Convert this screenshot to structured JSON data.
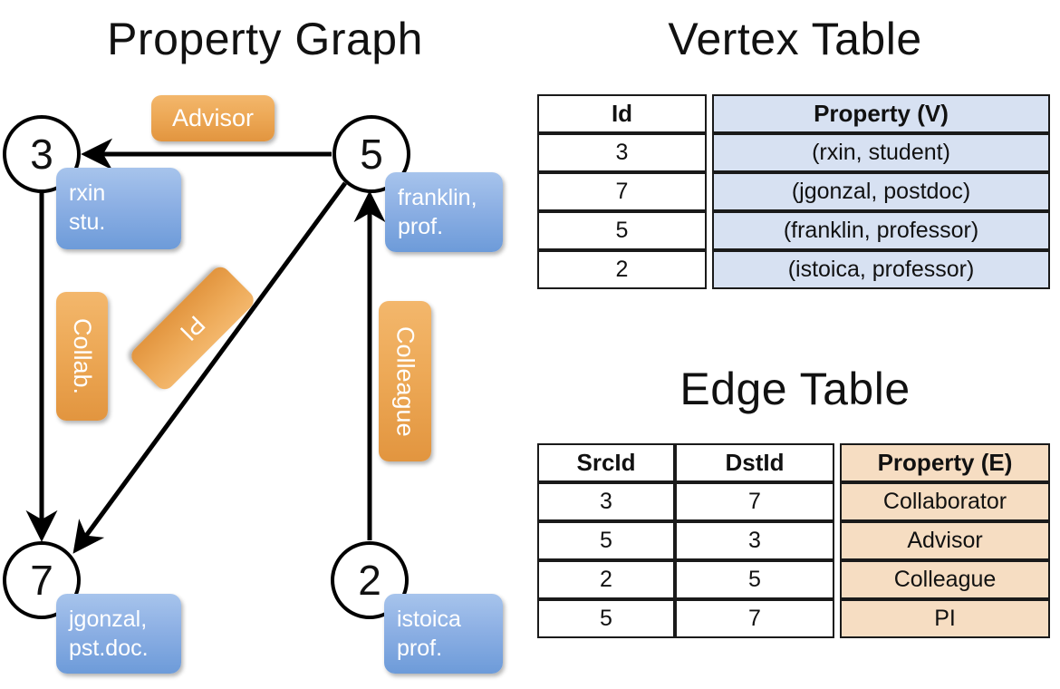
{
  "panels": {
    "graph_title": "Property Graph",
    "vertex_table_title": "Vertex Table",
    "edge_table_title": "Edge Table"
  },
  "graph": {
    "nodes": [
      {
        "id": "3",
        "property_lines": [
          "rxin",
          "stu."
        ]
      },
      {
        "id": "5",
        "property_lines": [
          "franklin,",
          "prof."
        ]
      },
      {
        "id": "7",
        "property_lines": [
          "jgonzal,",
          "pst.doc."
        ]
      },
      {
        "id": "2",
        "property_lines": [
          "istoica",
          "prof."
        ]
      }
    ],
    "edge_labels": [
      {
        "name": "advisor",
        "text": "Advisor",
        "orientation": "horizontal"
      },
      {
        "name": "collab",
        "text": "Collab.",
        "orientation": "vertical"
      },
      {
        "name": "pi",
        "text": "PI",
        "orientation": "diagonal"
      },
      {
        "name": "colleague",
        "text": "Colleague",
        "orientation": "vertical"
      }
    ]
  },
  "vertex_table": {
    "columns": [
      "Id",
      "Property (V)"
    ],
    "rows": [
      {
        "id": "3",
        "property": "(rxin, student)"
      },
      {
        "id": "7",
        "property": "(jgonzal, postdoc)"
      },
      {
        "id": "5",
        "property": "(franklin, professor)"
      },
      {
        "id": "2",
        "property": "(istoica, professor)"
      }
    ]
  },
  "edge_table": {
    "columns": [
      "SrcId",
      "DstId",
      "Property (E)"
    ],
    "rows": [
      {
        "src": "3",
        "dst": "7",
        "property": "Collaborator"
      },
      {
        "src": "5",
        "dst": "3",
        "property": "Advisor"
      },
      {
        "src": "2",
        "dst": "5",
        "property": "Colleague"
      },
      {
        "src": "5",
        "dst": "7",
        "property": "PI"
      }
    ]
  },
  "colors": {
    "vertex_box": "#8db0e4",
    "edge_box": "#eda957",
    "vertex_cell": "#d7e1f2",
    "edge_cell": "#f6ddc2",
    "stroke": "#000000"
  }
}
